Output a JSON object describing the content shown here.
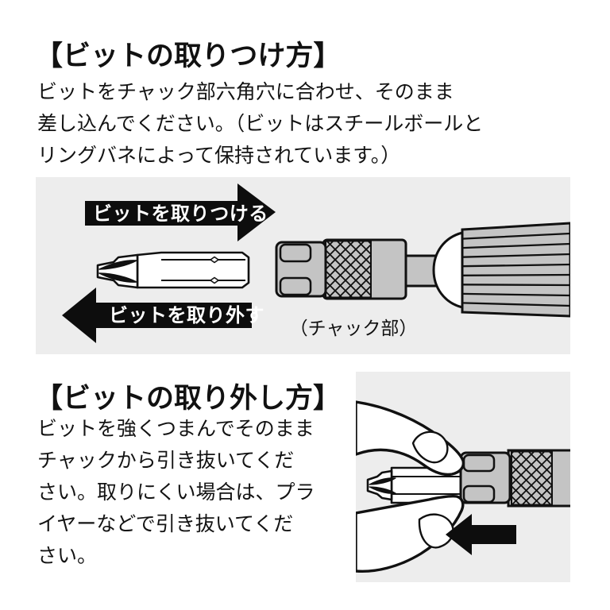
{
  "colors": {
    "panel_bg": "#ededed",
    "metal_gray": "#c4c4c4",
    "line_black": "#111111",
    "arrow_black": "#0d0d0d",
    "label_white": "#ffffff"
  },
  "section_attach": {
    "title": "【ビットの取りつけ方】",
    "body_lines": [
      "ビットをチャック部六角穴に合わせ、そのまま",
      "差し込んでください。（ビットはスチールボールと",
      "リングバネによって保持されています。）"
    ],
    "diagram": {
      "attach_arrow_label": "ビットを取りつける",
      "remove_arrow_label": "ビットを取り外す",
      "chuck_label": "（チャック部）"
    }
  },
  "section_remove": {
    "title": "【ビットの取り外し方】",
    "body_lines": [
      "ビットを強くつまんでそのまま",
      "チャックから引き抜いてくだ",
      "さい。取りにくい場合は、プラ",
      "イヤーなどで引き抜いてくだ",
      "さい。"
    ]
  }
}
